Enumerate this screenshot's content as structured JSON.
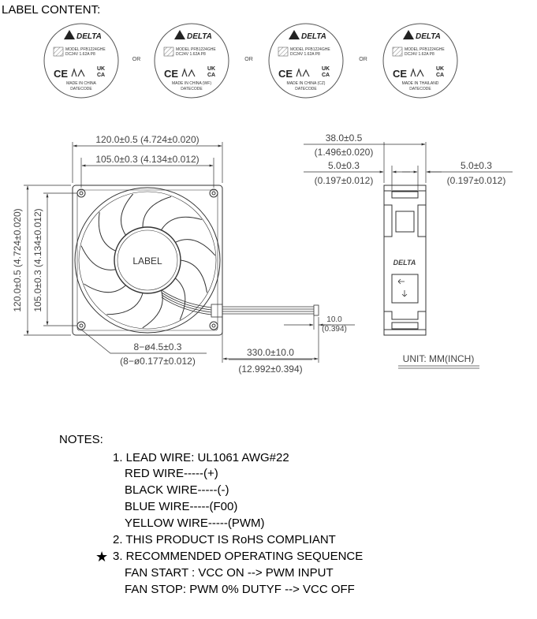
{
  "label_content_title": "LABEL CONTENT:",
  "labels": [
    {
      "brand": "DELTA",
      "model": "MODEL PFB1224GHE",
      "rating": "DC24V  1.62A  P8",
      "origin": "MADE IN CHINA",
      "datecode": "DATECODE"
    },
    {
      "brand": "DELTA",
      "model": "MODEL PFB1224GHE",
      "rating": "DC24V  1.62A  P8",
      "origin": "MADE IN CHINA (WF)",
      "datecode": "DATECODE"
    },
    {
      "brand": "DELTA",
      "model": "MODEL PFB1224GHE",
      "rating": "DC24V  1.62A  P8",
      "origin": "MADE IN CHINA (CZ)",
      "datecode": "DATECODE"
    },
    {
      "brand": "DELTA",
      "model": "MODEL PFB1224GHE",
      "rating": "DC24V  1.62A  P8",
      "origin": "MADE IN THAILAND",
      "datecode": "DATECODE"
    }
  ],
  "or_text": "OR",
  "cert_text": "CE",
  "ukca_top": "UK",
  "ukca_bottom": "CA",
  "fan_label": "LABEL",
  "side_brand": "DELTA",
  "dims": {
    "width_outer": "120.0±0.5  (4.724±0.020)",
    "width_inner": "105.0±0.3  (4.134±0.012)",
    "height_outer": "120.0±0.5  (4.724±0.020)",
    "height_inner": "105.0±0.3  (4.134±0.012)",
    "depth_mm": "38.0±0.5",
    "depth_in": "(1.496±0.020)",
    "flange_left_mm": "5.0±0.3",
    "flange_left_in": "(0.197±0.012)",
    "flange_right_mm": "5.0±0.3",
    "flange_right_in": "(0.197±0.012)",
    "hole_mm": "8−ø4.5±0.3",
    "hole_in": "(8−ø0.177±0.012)",
    "wire_mm": "330.0±10.0",
    "wire_in": "(12.992±0.394)",
    "strip_mm": "10.0",
    "strip_in": "(0.394)",
    "unit": "UNIT:  MM(INCH)"
  },
  "notes": {
    "title": "NOTES:",
    "lines": [
      "1. LEAD WIRE: UL1061 AWG#22",
      "RED WIRE-----(+)",
      "BLACK WIRE-----(-)",
      "BLUE WIRE-----(F00)",
      "YELLOW WIRE-----(PWM)",
      "2. THIS PRODUCT IS RoHS COMPLIANT",
      "3. RECOMMENDED OPERATING SEQUENCE",
      "FAN START : VCC ON  --> PWM INPUT",
      "FAN STOP: PWM 0% DUTYF --> VCC OFF"
    ],
    "star": "★"
  }
}
